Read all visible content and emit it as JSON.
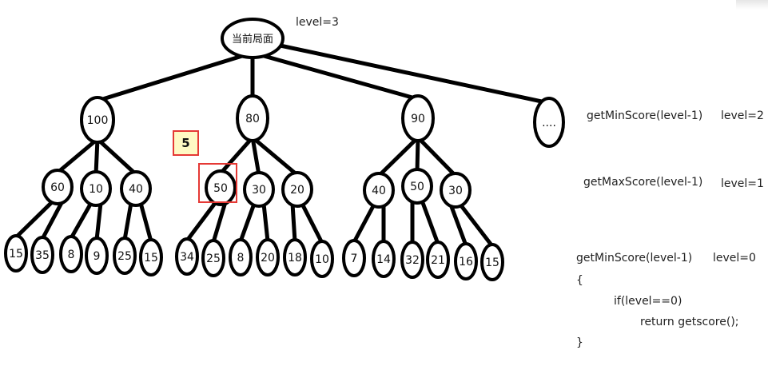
{
  "root": {
    "label": "当前局面",
    "level_note": "level=3"
  },
  "levels": [
    {
      "note": "level=2",
      "call": "getMinScore(level-1)"
    },
    {
      "note": "level=1",
      "call": "getMaxScore(level-1)"
    },
    {
      "note": "level=0",
      "call": "getMinScore(level-1)"
    }
  ],
  "code": [
    "{",
    "if(level==0)",
    "return   getscore();",
    "}"
  ],
  "tree": [
    {
      "label": "100",
      "children": [
        {
          "label": "60",
          "children": [
            "15",
            "35"
          ]
        },
        {
          "label": "10",
          "children": [
            "8",
            "9"
          ]
        },
        {
          "label": "40",
          "children": [
            "25",
            "15"
          ]
        }
      ]
    },
    {
      "label": "80",
      "children": [
        {
          "label": "50",
          "children": [
            "34",
            "25"
          ]
        },
        {
          "label": "30",
          "children": [
            "8",
            "20"
          ]
        },
        {
          "label": "20",
          "children": [
            "18",
            "10"
          ]
        }
      ]
    },
    {
      "label": "90",
      "children": [
        {
          "label": "40",
          "children": [
            "7",
            "14"
          ]
        },
        {
          "label": "50",
          "children": [
            "32",
            "21"
          ]
        },
        {
          "label": "30",
          "children": [
            "16",
            "15"
          ]
        }
      ]
    },
    {
      "label": "....",
      "children": []
    }
  ],
  "annotation": {
    "label": "5",
    "highlighted_node": "50"
  },
  "colors": {
    "annotation_fill": "#fff9c4",
    "annotation_border": "#e53935",
    "stroke": "#000000"
  }
}
